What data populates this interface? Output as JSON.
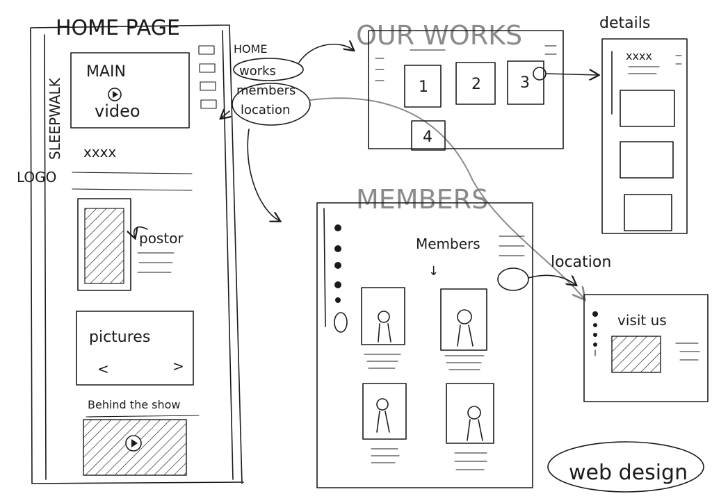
{
  "home": {
    "title": "HOME PAGE",
    "logo": "LOGO",
    "brand": "SLEEPWALK",
    "main_video": [
      "MAIN",
      "video"
    ],
    "under_video": "xxxx",
    "poster": "postor",
    "pictures": "pictures",
    "prev": "<",
    "next": ">",
    "behind": "Behind the show"
  },
  "nav": {
    "items": [
      "HOME",
      "works",
      "members",
      "location"
    ]
  },
  "works": {
    "title": "OUR WORKS",
    "tiles": [
      "1",
      "2",
      "3",
      "4"
    ]
  },
  "details": {
    "title": "details",
    "caption": "xxxx"
  },
  "members": {
    "title": "MEMBERS",
    "heading": "Members",
    "arrow": "↓"
  },
  "location": {
    "title": "location",
    "visit": "visit us"
  },
  "footer": {
    "label": "web design"
  },
  "colors": {
    "ink": "#1a1a1a",
    "pencil": "#8a8a8a"
  }
}
